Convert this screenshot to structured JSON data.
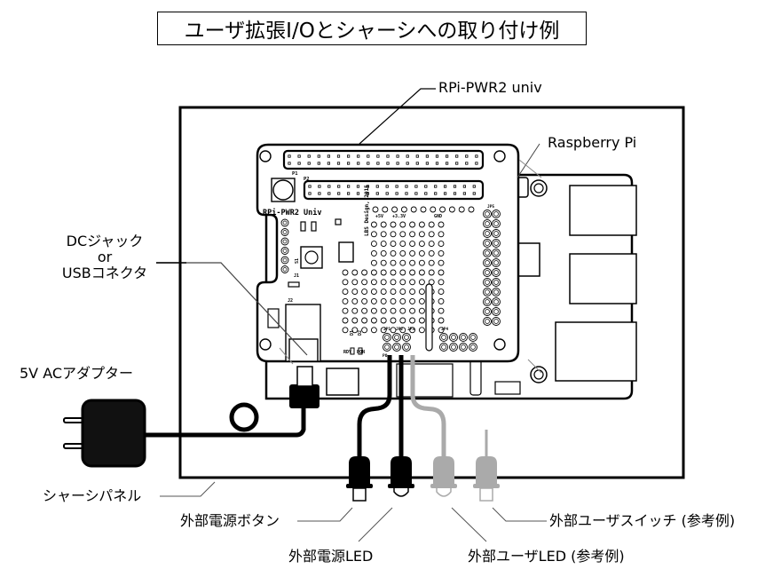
{
  "title": "ユーザ拡張I/Oとシャーシへの取り付け例",
  "labels": {
    "rpi_pwr2": "RPi-PWR2 univ",
    "raspberry_pi": "Raspberry Pi",
    "dc_jack_line1": "DCジャック",
    "dc_jack_line2": "or",
    "dc_jack_line3": "USBコネクタ",
    "ac_adapter": "5V ACアダプター",
    "chassis_panel": "シャーシパネル",
    "ext_power_button": "外部電源ボタン",
    "ext_power_led": "外部電源LED",
    "ext_user_led": "外部ユーザLED (参考例)",
    "ext_user_switch": "外部ユーザスイッチ (参考例)"
  },
  "pcb_silkscreen": {
    "board_name": "RPi-PWR2 Univ",
    "designer": "LBS Design, 2015",
    "p1": "P1",
    "p2": "P2",
    "j1": "J1",
    "j2": "J2",
    "s1": "S1",
    "d1": "D1",
    "d2": "D2",
    "rdy": "RDY",
    "pon": "PON",
    "plus5v": "+5V",
    "plus3v3": "+3.3V",
    "gnd": "GND",
    "jp1": "JP1",
    "jp2": "JP2",
    "jp3": "JP3",
    "jp4": "JP4",
    "jp5": "JP5",
    "po": "PO"
  },
  "colors": {
    "stroke": "#000000",
    "reference_gray": "#aaaaaa",
    "leader_gray": "#555555"
  }
}
